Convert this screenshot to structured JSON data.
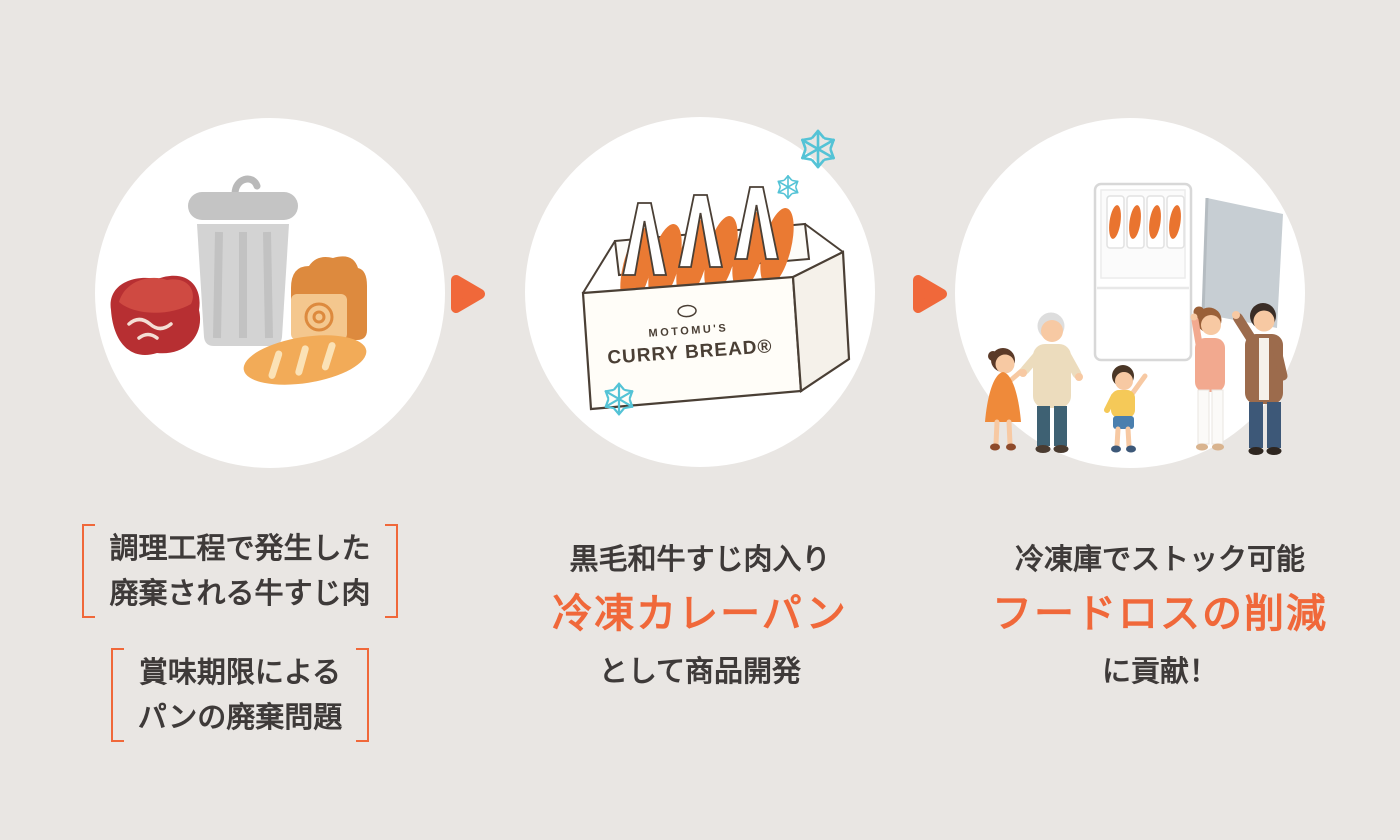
{
  "palette": {
    "background": "#e9e6e3",
    "accent": "#f0683a",
    "text": "#3e3a39",
    "snowflake": "#54c3d6"
  },
  "steps": {
    "problem": {
      "bracket_notes": [
        {
          "line1": "調理工程で発生した",
          "line2": "廃棄される牛すじ肉"
        },
        {
          "line1": "賞味期限による",
          "line2": "パンの廃棄問題"
        }
      ]
    },
    "product": {
      "line_top": "黒毛和牛すじ肉入り",
      "line_highlight": "冷凍カレーパン",
      "line_bottom": "として商品開発",
      "box_brand": "MOTOMU'S",
      "box_product": "CURRY BREAD®"
    },
    "impact": {
      "line_top": "冷凍庫でストック可能",
      "line_highlight": "フードロスの削減",
      "line_bottom": "に貢献！"
    }
  }
}
